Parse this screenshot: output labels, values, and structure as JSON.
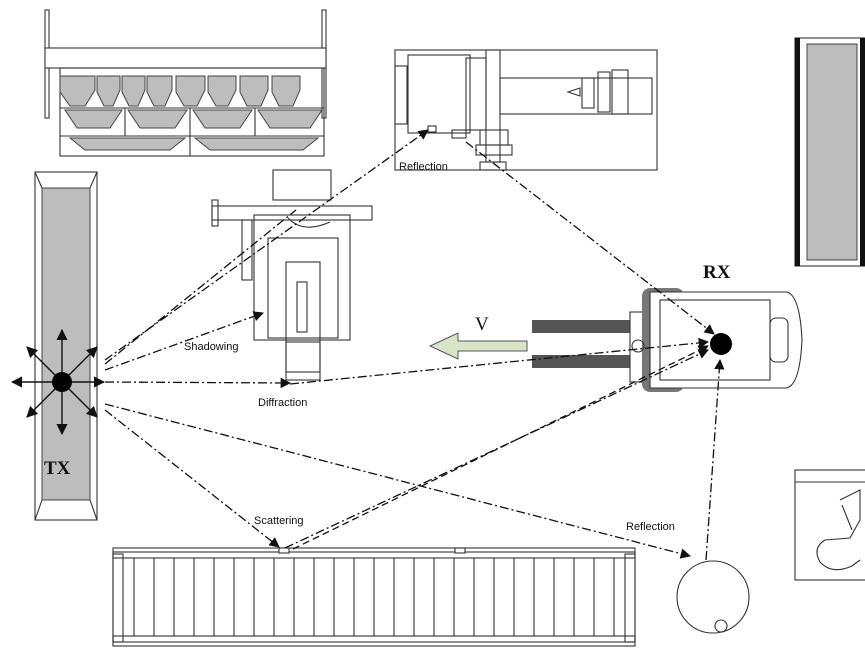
{
  "labels": {
    "tx": "TX",
    "rx": "RX",
    "velocity": "V",
    "reflection_top": "Reflection",
    "shadowing": "Shadowing",
    "diffraction": "Diffraction",
    "scattering": "Scattering",
    "reflection_bottom": "Reflection"
  },
  "colors": {
    "machine_fill": "#bdbdbd",
    "velocity_arrow": "#d8e3c8",
    "line": "#111111"
  }
}
